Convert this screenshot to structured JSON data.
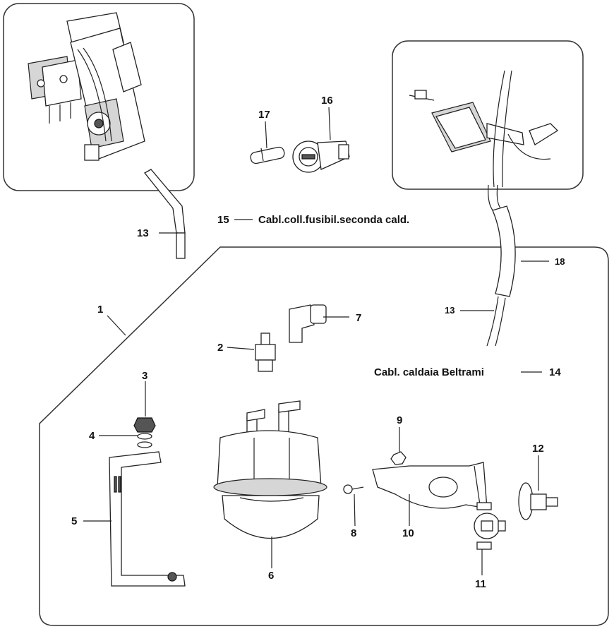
{
  "callouts": {
    "c1": "1",
    "c2": "2",
    "c3": "3",
    "c4": "4",
    "c5": "5",
    "c6": "6",
    "c7": "7",
    "c8": "8",
    "c9": "9",
    "c10": "10",
    "c11": "11",
    "c12": "12",
    "c13a": "13",
    "c13b": "13",
    "c14": "14",
    "c15": "15",
    "c16": "16",
    "c17": "17",
    "c18": "18"
  },
  "labels": {
    "l15": "Cabl.coll.fusibil.seconda cald.",
    "l14": "Cabl. caldaia Beltrami"
  }
}
